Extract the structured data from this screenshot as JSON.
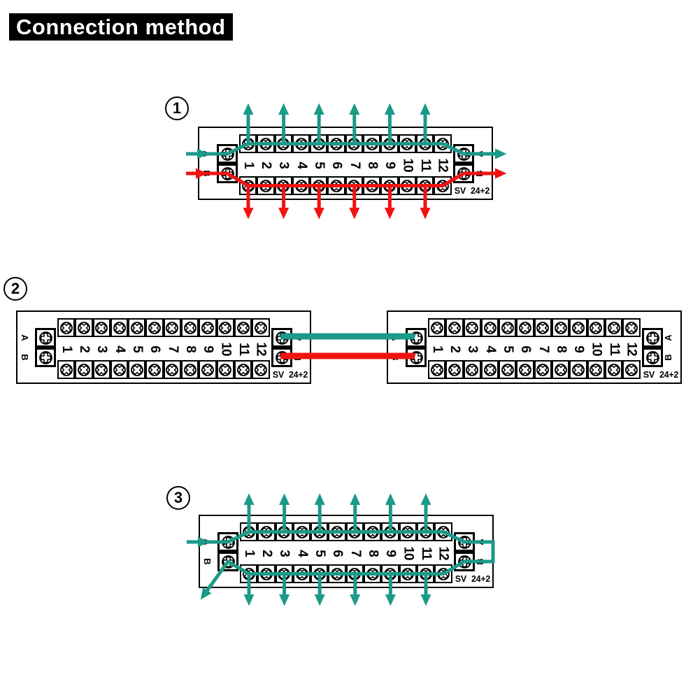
{
  "title": "Connection method",
  "sections": [
    {
      "number": "1"
    },
    {
      "number": "2"
    },
    {
      "number": "3"
    }
  ],
  "terminal_block": {
    "model": "SV 24+2",
    "positions": [
      "1",
      "2",
      "3",
      "4",
      "5",
      "6",
      "7",
      "8",
      "9",
      "10",
      "11",
      "12"
    ],
    "aux_terminals": [
      "A",
      "B"
    ]
  },
  "colors": {
    "wire_teal": "#1B9A88",
    "wire_red": "#F01311",
    "ink": "#000000",
    "background": "#FFFFFF"
  }
}
